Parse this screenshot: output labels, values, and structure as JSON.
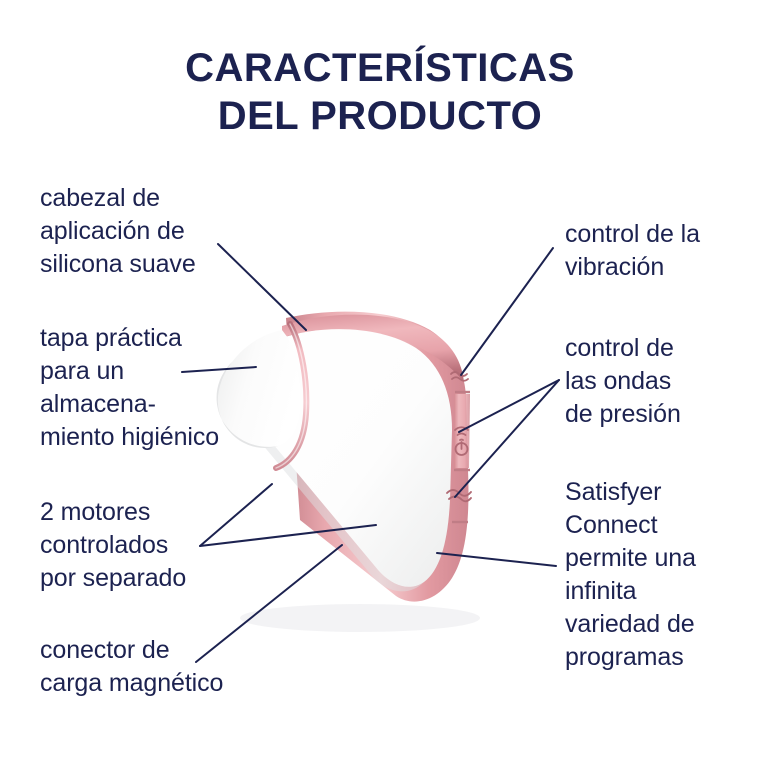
{
  "page": {
    "background_color": "#ffffff",
    "text_color": "#1c2250"
  },
  "title": {
    "line1": "CARACTERÍSTICAS",
    "line2": "DEL PRODUCTO",
    "full": "CARACTERÍSTICAS DEL PRODUCTO"
  },
  "labels": {
    "left": [
      {
        "id": "head",
        "text": "cabezal de\naplicación de\nsilicona suave"
      },
      {
        "id": "cap",
        "text": "tapa práctica\npara un\nalmacena-\nmiento higiénico"
      },
      {
        "id": "motors",
        "text": "2 motores\ncontrolados\npor separado"
      },
      {
        "id": "charger",
        "text": "conector de\ncarga magnético"
      }
    ],
    "right": [
      {
        "id": "vibration",
        "text": "control de la\nvibración"
      },
      {
        "id": "pressure",
        "text": "control de\nlas ondas\nde presión"
      },
      {
        "id": "connect",
        "text": "Satisfyer\nConnect\npermite una\ninfinita\nvariedad de\nprogramas"
      }
    ]
  },
  "product": {
    "name": "satisfyer-curvy-device",
    "body_color": "#ffffff",
    "body_shadow_color": "#e3e4e6",
    "trim_color": "#e2959b",
    "trim_highlight_color": "#f3c3c6",
    "trim_shadow_color": "#c97b83",
    "cap_seam_color": "#edabb2",
    "controls": [
      {
        "id": "vibration-button",
        "icon": "wave-icon"
      },
      {
        "id": "connect-power-button",
        "icon": "wifi-power-icon"
      },
      {
        "id": "pressure-wave-button",
        "icon": "wave-icon"
      }
    ]
  },
  "leader_lines": {
    "color": "#1c2250",
    "width": 2
  }
}
